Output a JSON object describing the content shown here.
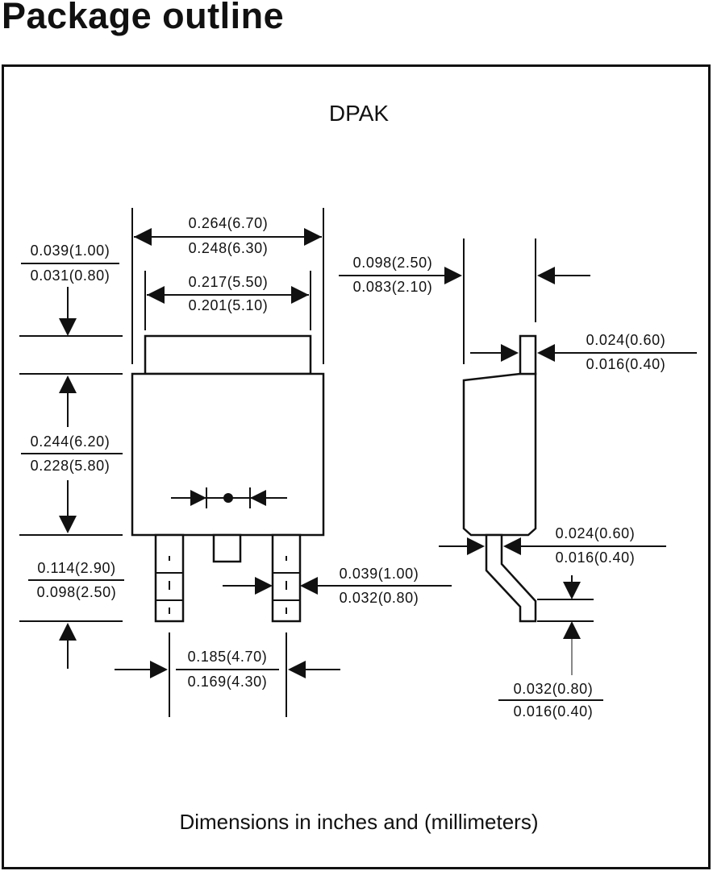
{
  "header": {
    "title": "Package outline"
  },
  "diagram": {
    "package_name": "DPAK",
    "footer_note": "Dimensions in inches and (millimeters)",
    "top_view": {
      "body_width": {
        "max": "0.264(6.70)",
        "min": "0.248(6.30)"
      },
      "tab_width": {
        "max": "0.217(5.50)",
        "min": "0.201(5.10)"
      },
      "tab_height": {
        "max": "0.039(1.00)",
        "min": "0.031(0.80)"
      },
      "body_height": {
        "max": "0.244(6.20)",
        "min": "0.228(5.80)"
      },
      "lead_length": {
        "max": "0.114(2.90)",
        "min": "0.098(2.50)"
      },
      "lead_width": {
        "max": "0.039(1.00)",
        "min": "0.032(0.80)"
      },
      "lead_pitch": {
        "max": "0.185(4.70)",
        "min": "0.169(4.30)"
      }
    },
    "side_view": {
      "overall_thickness": {
        "max": "0.098(2.50)",
        "min": "0.083(2.10)"
      },
      "tab_thickness": {
        "max": "0.024(0.60)",
        "min": "0.016(0.40)"
      },
      "lead_thickness": {
        "max": "0.024(0.60)",
        "min": "0.016(0.40)"
      },
      "standoff": {
        "max": "0.032(0.80)",
        "min": "0.016(0.40)"
      }
    }
  }
}
